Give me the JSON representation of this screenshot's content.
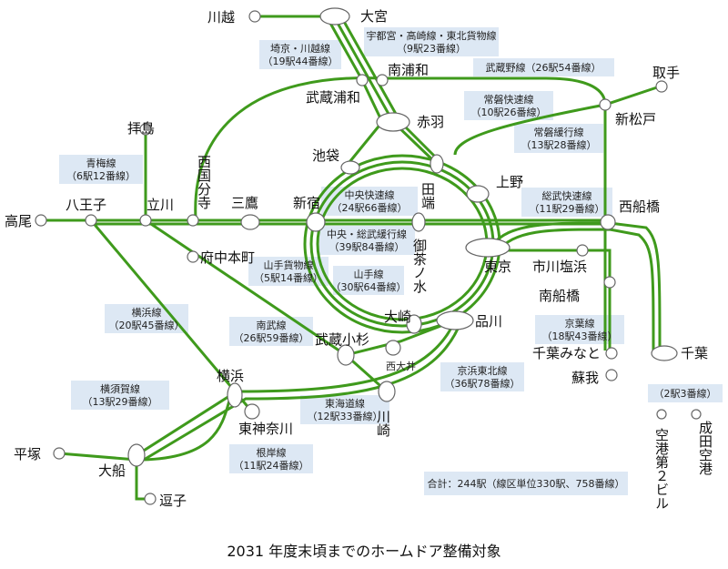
{
  "stations": {
    "omiya": "大宮",
    "kawagoe": "川越",
    "minami_urawa": "南浦和",
    "musashi_urawa": "武蔵浦和",
    "akabane": "赤羽",
    "ikebukuro": "池袋",
    "tabata": "田端",
    "ueno": "上野",
    "shinjuku": "新宿",
    "mitaka": "三鷹",
    "tachikawa": "立川",
    "hachioji": "八王子",
    "takao": "高尾",
    "haijima": "拝島",
    "nishi_kokubunji": "西国分寺",
    "fuchu_hommachi": "府中本町",
    "ochanomizu": "御茶ノ水",
    "tokyo": "東京",
    "nishi_funabashi": "西船橋",
    "ichikawa_shiohama": "市川塩浜",
    "minami_funabashi": "南船橋",
    "chiba_minato": "千葉みなと",
    "soga": "蘇我",
    "chiba": "千葉",
    "toride": "取手",
    "shin_matsudo": "新松戸",
    "osaki": "大崎",
    "shinagawa": "品川",
    "nishi_oi": "西大井",
    "musashi_kosugi": "武蔵小杉",
    "kawasaki": "川崎",
    "yokohama": "横浜",
    "higashi_kanagawa": "東神奈川",
    "ofuna": "大船",
    "hiratsuka": "平塚",
    "zushi": "逗子",
    "airport2": "空港第２ビル",
    "narita_airport": "成田空港"
  },
  "labels": {
    "utsunomiya": [
      "宇都宮・高崎線・東北貨物線",
      "（9駅23番線）"
    ],
    "saikyo": [
      "埼京・川越線",
      "（19駅44番線）"
    ],
    "musashino": [
      "武蔵野線（26駅54番線）"
    ],
    "joban_rapid": [
      "常磐快速線",
      "（10駅26番線）"
    ],
    "joban_local": [
      "常磐緩行線",
      "（13駅28番線）"
    ],
    "ome": [
      "青梅線",
      "（6駅12番線）"
    ],
    "chuo_rapid": [
      "中央快速線",
      "（24駅66番線）"
    ],
    "chuo_sobu": [
      "中央・総武緩行線",
      "（39駅84番線）"
    ],
    "sobu_rapid": [
      "総武快速線",
      "（11駅29番線）"
    ],
    "yamanote_freight": [
      "山手貨物線",
      "（5駅14番線）"
    ],
    "yamanote": [
      "山手線",
      "（30駅64番線）"
    ],
    "yokohama_line": [
      "横浜線",
      "（20駅45番線）"
    ],
    "nambu": [
      "南武線",
      "（26駅59番線）"
    ],
    "keiyo": [
      "京葉線",
      "（18駅43番線）"
    ],
    "keihin": [
      "京浜東北線",
      "（36駅78番線）"
    ],
    "yokosuka": [
      "横須賀線",
      "（13駅29番線）"
    ],
    "tokaido": [
      "東海道線",
      "（12駅33番線）"
    ],
    "negishi": [
      "根岸線",
      "（11駅24番線）"
    ],
    "narita": [
      "（2駅3番線）"
    ],
    "total": [
      "合計：244駅（線区単位330駅、758番線）"
    ]
  },
  "caption": "2031 年度末頃までのホームドア整備対象",
  "colors": {
    "line": "#3f9a1c",
    "box": "#dde8f4",
    "station_fill": "#ffffff",
    "station_stroke": "#666666"
  }
}
